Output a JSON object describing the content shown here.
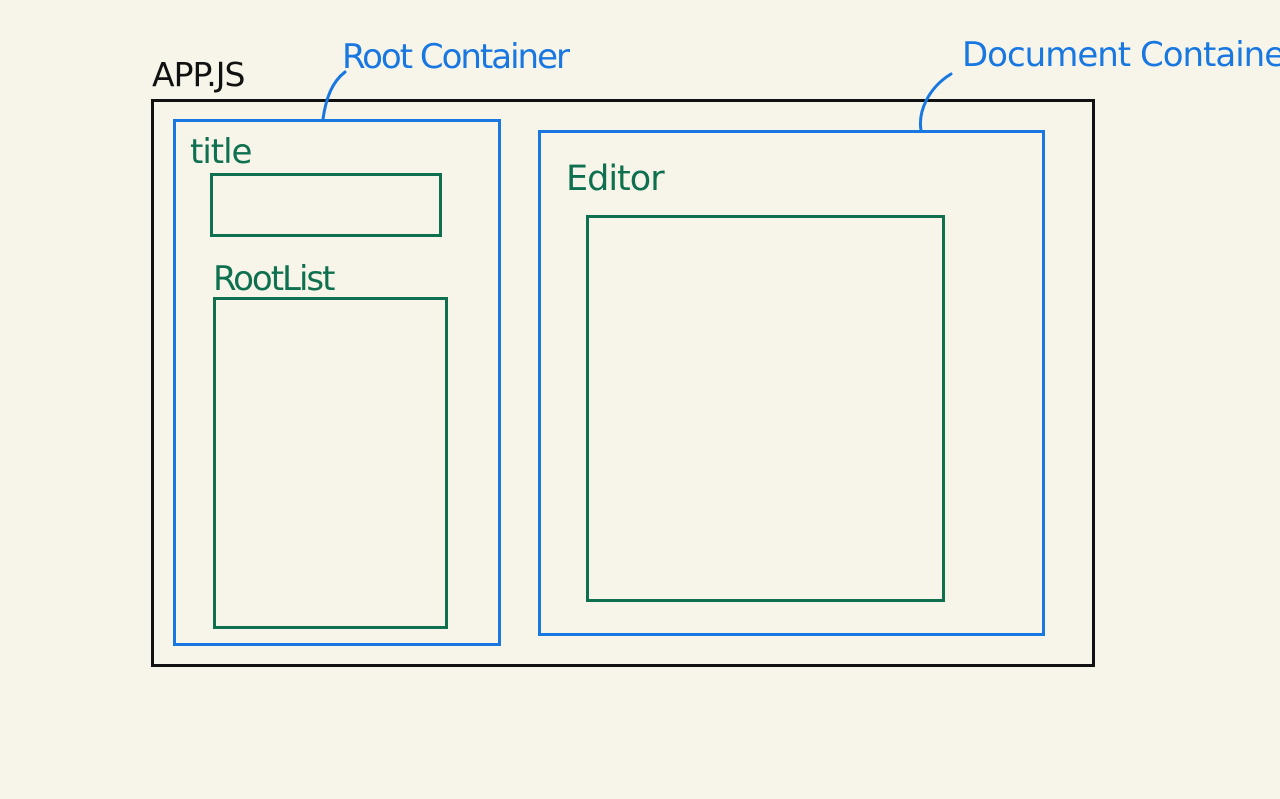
{
  "labels": {
    "app": "APP.JS",
    "root_container": "Root Container",
    "document_container": "Document Container",
    "title": "title",
    "rootlist": "RootList",
    "editor": "Editor"
  },
  "colors": {
    "background": "#f7f5e9",
    "app_outline": "#111111",
    "container_outline": "#1877e0",
    "component_outline": "#0f7050"
  }
}
